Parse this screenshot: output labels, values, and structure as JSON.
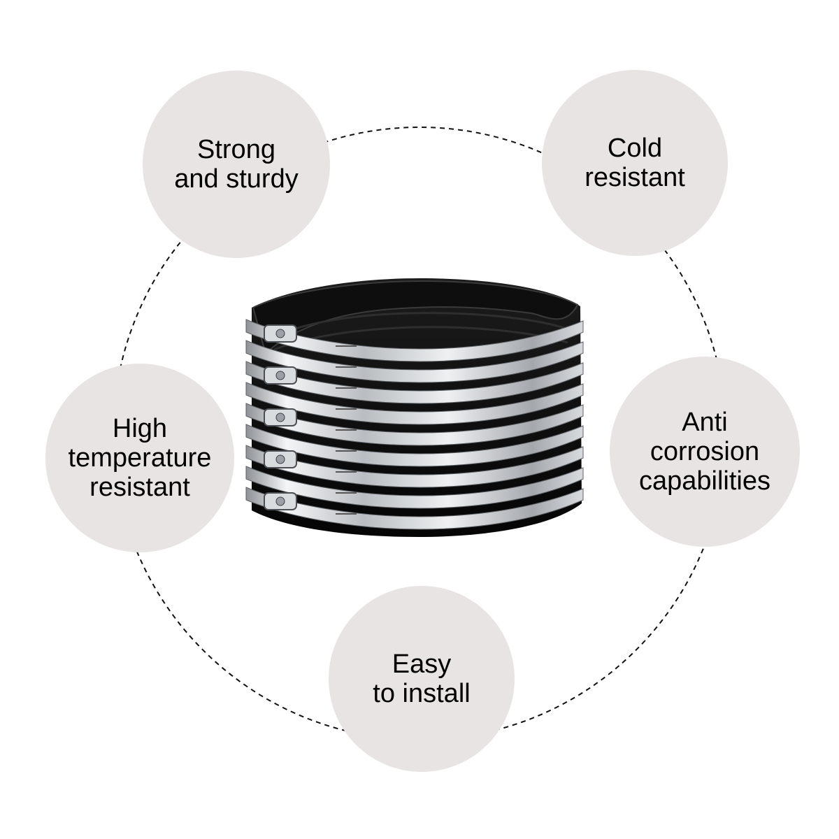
{
  "colors": {
    "bubble_fill": "#e8e4e4",
    "dashed_ring": "#111111",
    "band_rubber": "#0b0b0b",
    "band_steel": "#c9cccf"
  },
  "features": {
    "strong": "Strong\nand sturdy",
    "cold": "Cold\nresistant",
    "high": "High\ntemperature\nresistant",
    "anti": "Anti\ncorrosion\ncapabilities",
    "easy": "Easy\nto install"
  },
  "product": {
    "icon": "pipe-coupling-clamp-stack",
    "band_count": 9
  }
}
